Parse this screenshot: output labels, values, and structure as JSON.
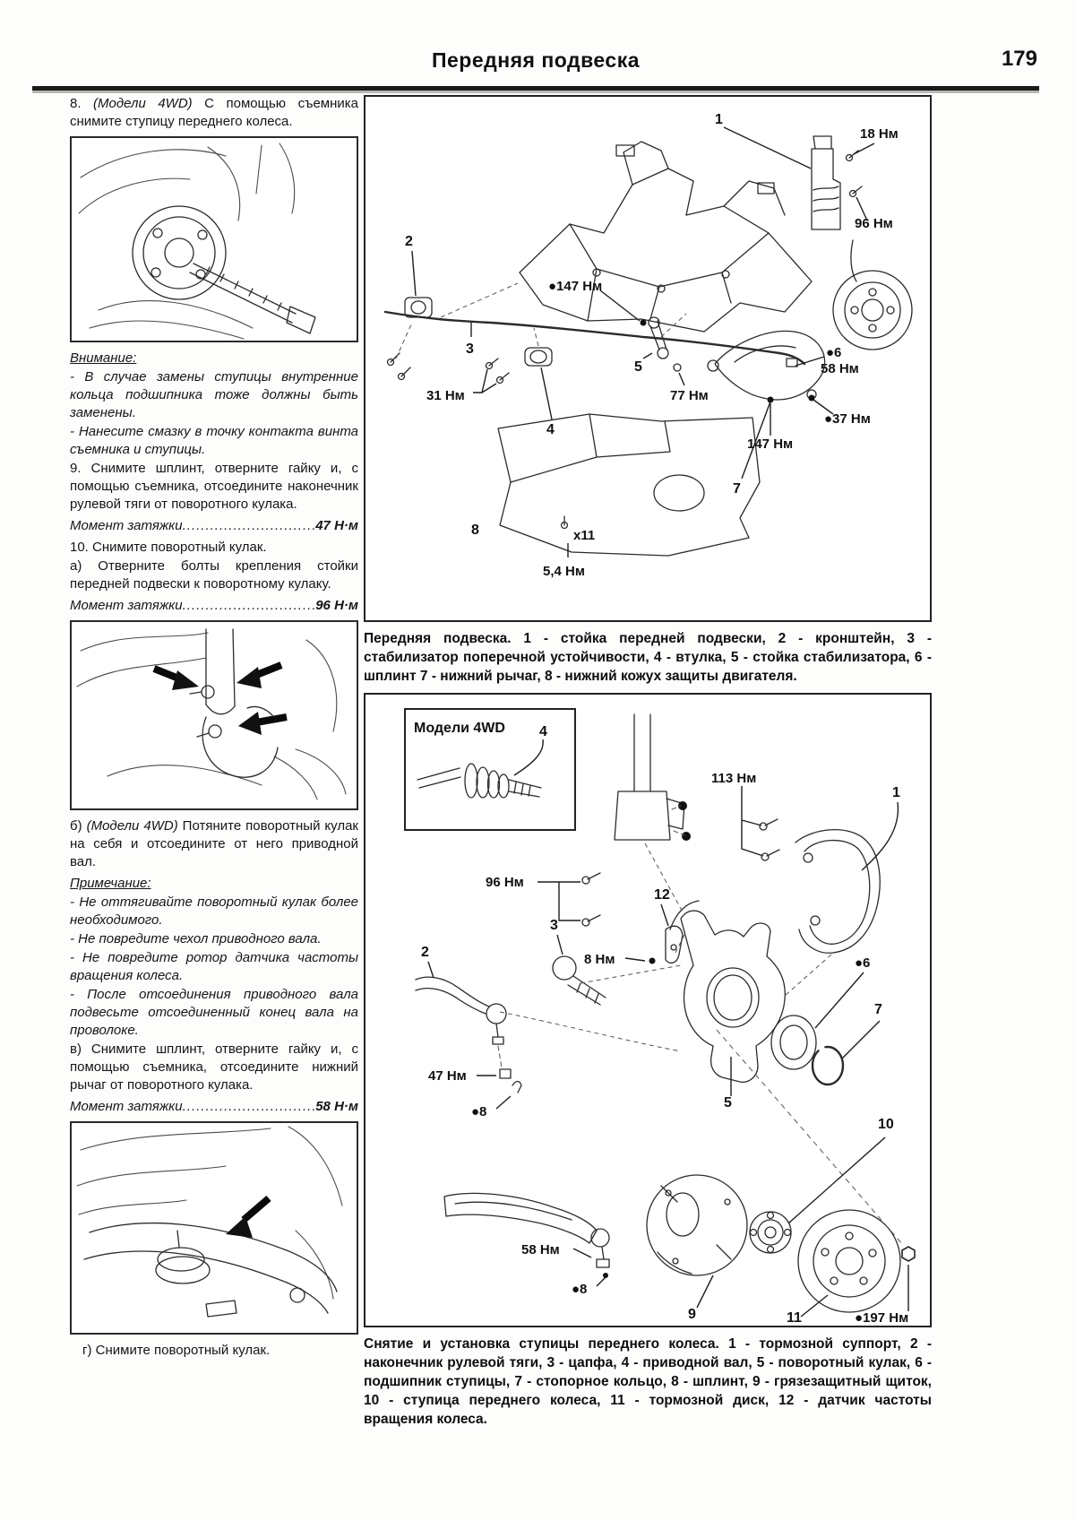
{
  "header": {
    "title": "Передняя подвеска",
    "page_number": "179"
  },
  "left": {
    "step8": {
      "num": "8. ",
      "models": "(Модели 4WD)",
      "text": " С помощью съемника снимите ступицу переднего колеса."
    },
    "warning": {
      "title": "Внимание:",
      "items": [
        "- В случае замены ступицы внутренние кольца подшипника тоже должны быть заменены.",
        "- Нанесите смазку в точку контакта винта съемника и ступицы."
      ]
    },
    "step9": "9. Снимите шплинт, отверните гайку и, с помощью съемника, отсоедините наконечник рулевой тяги от поворотного кулака.",
    "torque_47": {
      "label": "Момент затяжки",
      "dots": "................................",
      "value": "47 Н·м"
    },
    "step10": "10. Снимите поворотный кулак.",
    "step10a": "а) Отверните болты крепления стойки передней подвески к поворотному кулаку.",
    "torque_96": {
      "label": "Момент затяжки",
      "dots": "................................",
      "value": "96 Н·м"
    },
    "step10b": {
      "pre": "б) ",
      "models": "(Модели 4WD)",
      "text": " Потяните поворотный кулак на себя и отсоедините от него приводной вал."
    },
    "note": {
      "title": "Примечание:",
      "items": [
        "- Не оттягивайте поворотный кулак более необходимого.",
        "- Не повредите чехол приводного вала.",
        "- Не повредите ротор датчика частоты вращения колеса.",
        "- После отсоединения приводного вала подвесьте отсоединенный конец вала на проволоке."
      ]
    },
    "step10v": "в) Снимите шплинт, отверните гайку и, с помощью съемника, отсоедините нижний рычаг от поворотного кулака.",
    "torque_58": {
      "label": "Момент затяжки",
      "dots": "................................",
      "value": "58 Н·м"
    },
    "step10g": "г) Снимите поворотный кулак."
  },
  "diagram1": {
    "caption": "Передняя подвеска. 1 - стойка передней подвески, 2 - кронштейн, 3 - стабилизатор поперечной устойчивости, 4 - втулка, 5 - стойка стабилизатора, 6 - шплинт 7 - нижний рычаг, 8 - нижний кожух защиты двигателя.",
    "labels": {
      "n1": "1",
      "t18": "18 Нм",
      "t96": "96 Нм",
      "n2": "2",
      "t147a": "●147 Нм",
      "n3": "3",
      "n5": "5",
      "t31": "31 Нм",
      "n4": "4",
      "t77": "77 Нм",
      "n6": "●6",
      "t58": "58 Нм",
      "t37": "●37 Нм",
      "n7": "7",
      "t147b": "147 Нм",
      "n8": "8",
      "x11": "x11",
      "t54": "5,4 Нм"
    }
  },
  "diagram2": {
    "inset_title": "Модели 4WD",
    "caption": "Снятие и установка ступицы переднего колеса. 1 - тормозной суппорт, 2 - наконечник рулевой тяги, 3 - цапфа, 4 - приводной вал, 5 - поворотный кулак, 6 - подшипник ступицы, 7 - стопорное кольцо, 8 - шплинт, 9 - грязезащитный щиток, 10 - ступица переднего колеса, 11 - тормозной диск, 12 - датчик частоты вращения колеса.",
    "labels": {
      "n4": "4",
      "t113": "113 Нм",
      "n1": "1",
      "t96": "96 Нм",
      "n12": "12",
      "n3": "3",
      "n2": "2",
      "t8": "8 Нм",
      "n6": "●6",
      "n7": "7",
      "n5": "5",
      "t47": "47 Нм",
      "n8a": "●8",
      "n10": "10",
      "t58": "58 Нм",
      "n8b": "●8",
      "n9": "9",
      "n11": "11",
      "t197": "●197 Нм"
    }
  }
}
